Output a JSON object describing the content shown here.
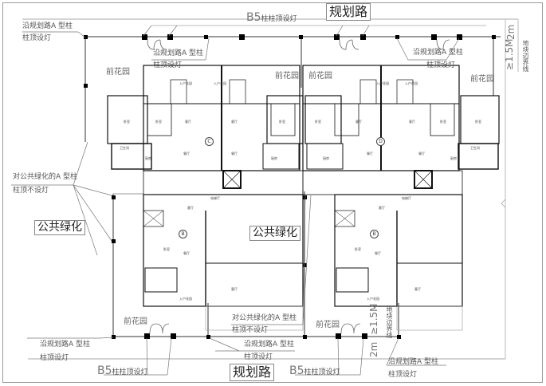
{
  "title": "规划路",
  "roads": {
    "top": "规划路",
    "bottom": "规划路"
  },
  "public_green": [
    "公共绿化",
    "公共绿化"
  ],
  "annotations": {
    "along_road_post_1": "沿规划路A 型柱",
    "along_road_post_2": "柱顶设灯",
    "green_post_1": "对公共绿化的A 型柱",
    "green_post_2": "柱顶不设灯",
    "b5_prefix": "B5",
    "b5_suffix": "柱柱顶设灯"
  },
  "front_garden": "前花园",
  "setback": {
    "dim_1": "≥1.5M",
    "dim_2": "2m",
    "note": "地块边界线"
  },
  "units": [
    {
      "mark": "C"
    },
    {
      "mark": "D"
    },
    {
      "mark": "B"
    },
    {
      "mark": "B"
    }
  ],
  "rooms": {
    "entry_garden": "入户花园",
    "living": "客厅",
    "bedroom": "卧室",
    "dining": "餐厅",
    "kitchen": "厨房",
    "bath": "卫生间",
    "elevator_hall": "电梯厅"
  },
  "colors": {
    "wall": "#111111",
    "fence": "#9a9a9a",
    "leader": "#777777",
    "text": "#555555"
  }
}
